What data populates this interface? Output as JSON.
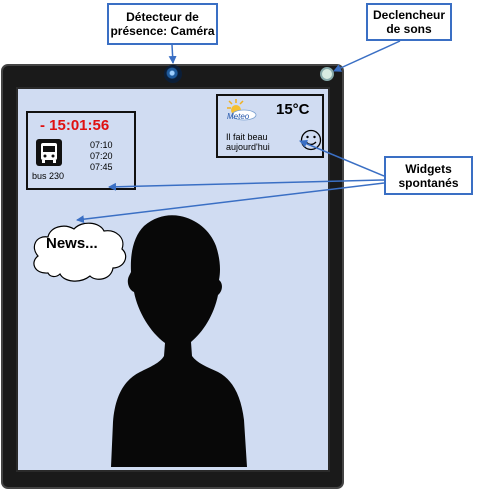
{
  "callouts": {
    "camera_line1": "Détecteur de",
    "camera_line2": "présence: Caméra",
    "sound_line1": "Declencheur",
    "sound_line2": "de sons",
    "widgets_line1": "Widgets",
    "widgets_line2": "spontanés"
  },
  "bus_widget": {
    "countdown": "- 15:01:56",
    "line": "bus 230",
    "departures": [
      "07:10",
      "07:20",
      "07:45"
    ]
  },
  "weather_widget": {
    "label": "Meteo",
    "temperature": "15°C",
    "message_line1": "Il fait beau",
    "message_line2": "aujourd'hui"
  },
  "news_bubble": {
    "text": "News..."
  },
  "colors": {
    "callout_border": "#3a6fc4",
    "arrow": "#3a6fc4",
    "screen_background": "#d0dcf2",
    "device_frame": "#1a1a1a",
    "countdown_text": "#e01010"
  }
}
